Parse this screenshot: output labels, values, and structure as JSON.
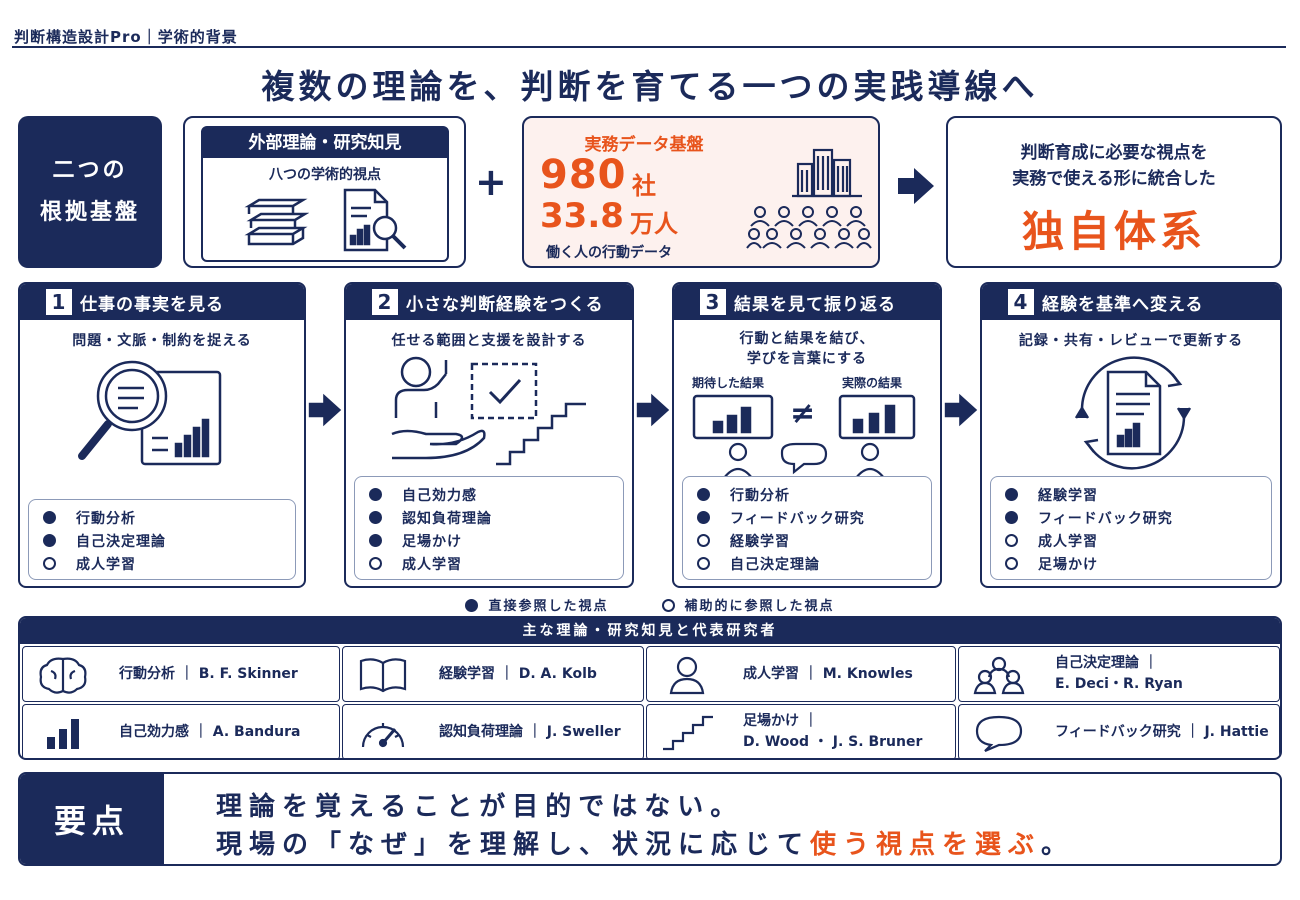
{
  "app_title": "判断構造設計Pro｜学術的背景",
  "headline": "複数の理論を、判断を育てる一つの実践導線へ",
  "foundation": {
    "label_line1": "二つの",
    "label_line2": "根拠基盤",
    "external": {
      "title": "外部理論・研究知見",
      "subtitle": "八つの学術的視点"
    },
    "plus": "+",
    "data": {
      "title": "実務データ基盤",
      "companies_value": "980",
      "companies_unit": "社",
      "people_value": "33.8",
      "people_unit": "万人",
      "caption": "働く人の行動データ"
    },
    "result": {
      "line1": "判断育成に必要な視点を",
      "line2": "実務で使える形に統合した",
      "emphasis": "独自体系"
    }
  },
  "steps": [
    {
      "number": "1",
      "title": "仕事の事実を見る",
      "subtitle": "問題・文脈・制約を捉える",
      "items": [
        {
          "label": "行動分析",
          "direct": true
        },
        {
          "label": "自己決定理論",
          "direct": true
        },
        {
          "label": "成人学習",
          "direct": false
        }
      ]
    },
    {
      "number": "2",
      "title": "小さな判断経験をつくる",
      "subtitle": "任せる範囲と支援を設計する",
      "items": [
        {
          "label": "自己効力感",
          "direct": true
        },
        {
          "label": "認知負荷理論",
          "direct": true
        },
        {
          "label": "足場かけ",
          "direct": true
        },
        {
          "label": "成人学習",
          "direct": false
        }
      ]
    },
    {
      "number": "3",
      "title": "結果を見て振り返る",
      "subtitle_line1": "行動と結果を結び、",
      "subtitle_line2": "学びを言葉にする",
      "expected_label": "期待した結果",
      "actual_label": "実際の結果",
      "not_equal": "≠",
      "items": [
        {
          "label": "行動分析",
          "direct": true
        },
        {
          "label": "フィードバック研究",
          "direct": true
        },
        {
          "label": "経験学習",
          "direct": false
        },
        {
          "label": "自己決定理論",
          "direct": false
        }
      ]
    },
    {
      "number": "4",
      "title": "経験を基準へ変える",
      "subtitle": "記録・共有・レビューで更新する",
      "items": [
        {
          "label": "経験学習",
          "direct": true
        },
        {
          "label": "フィードバック研究",
          "direct": true
        },
        {
          "label": "成人学習",
          "direct": false
        },
        {
          "label": "足場かけ",
          "direct": false
        }
      ]
    }
  ],
  "legend": {
    "direct": "直接参照した視点",
    "auxiliary": "補助的に参照した視点"
  },
  "theories": {
    "title": "主な理論・研究知見と代表研究者",
    "items": [
      {
        "icon": "brain-icon",
        "line1": "行動分析 ｜ B. F. Skinner",
        "line2": ""
      },
      {
        "icon": "open-book-icon",
        "line1": "経験学習 ｜ D. A. Kolb",
        "line2": ""
      },
      {
        "icon": "person-icon",
        "line1": "成人学習 ｜ M. Knowles",
        "line2": ""
      },
      {
        "icon": "group-icon",
        "line1": "自己決定理論 ｜",
        "line2": "E. Deci・R. Ryan"
      },
      {
        "icon": "bar-chart-icon",
        "line1": "自己効力感 ｜ A. Bandura",
        "line2": ""
      },
      {
        "icon": "gauge-icon",
        "line1": "認知負荷理論 ｜ J. Sweller",
        "line2": ""
      },
      {
        "icon": "stairs-icon",
        "line1": "足場かけ ｜",
        "line2": "D. Wood ・ J. S. Bruner"
      },
      {
        "icon": "speech-bubble-icon",
        "line1": "フィードバック研究 ｜ J. Hattie",
        "line2": ""
      }
    ]
  },
  "gist": {
    "label": "要点",
    "line1": "理論を覚えることが目的ではない。",
    "line2_prefix": "現場の「なぜ」を理解し、状況に応じて",
    "line2_emphasis": "使う視点を選ぶ",
    "line2_suffix": "。"
  },
  "colors": {
    "navy": "#1b2a5a",
    "accent": "#e8541c",
    "data_bg": "#fdf1ee"
  }
}
